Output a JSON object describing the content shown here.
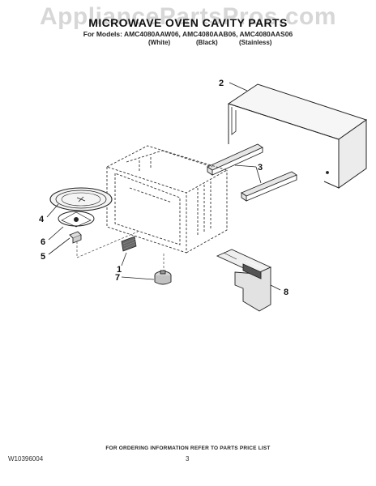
{
  "watermark": "AppliancePartsPros.com",
  "header": {
    "title": "MICROWAVE OVEN CAVITY PARTS",
    "models_line": "For Models: AMC4080AAW06, AMC4080AAB06, AMC4080AAS06",
    "colors": [
      "(White)",
      "(Black)",
      "(Stainless)"
    ]
  },
  "callouts": [
    "2",
    "3",
    "4",
    "6",
    "5",
    "1",
    "7",
    "8"
  ],
  "footer": {
    "ordering_note": "FOR ORDERING INFORMATION REFER TO PARTS PRICE LIST",
    "doc_number": "W10396004",
    "page_number": "3"
  }
}
